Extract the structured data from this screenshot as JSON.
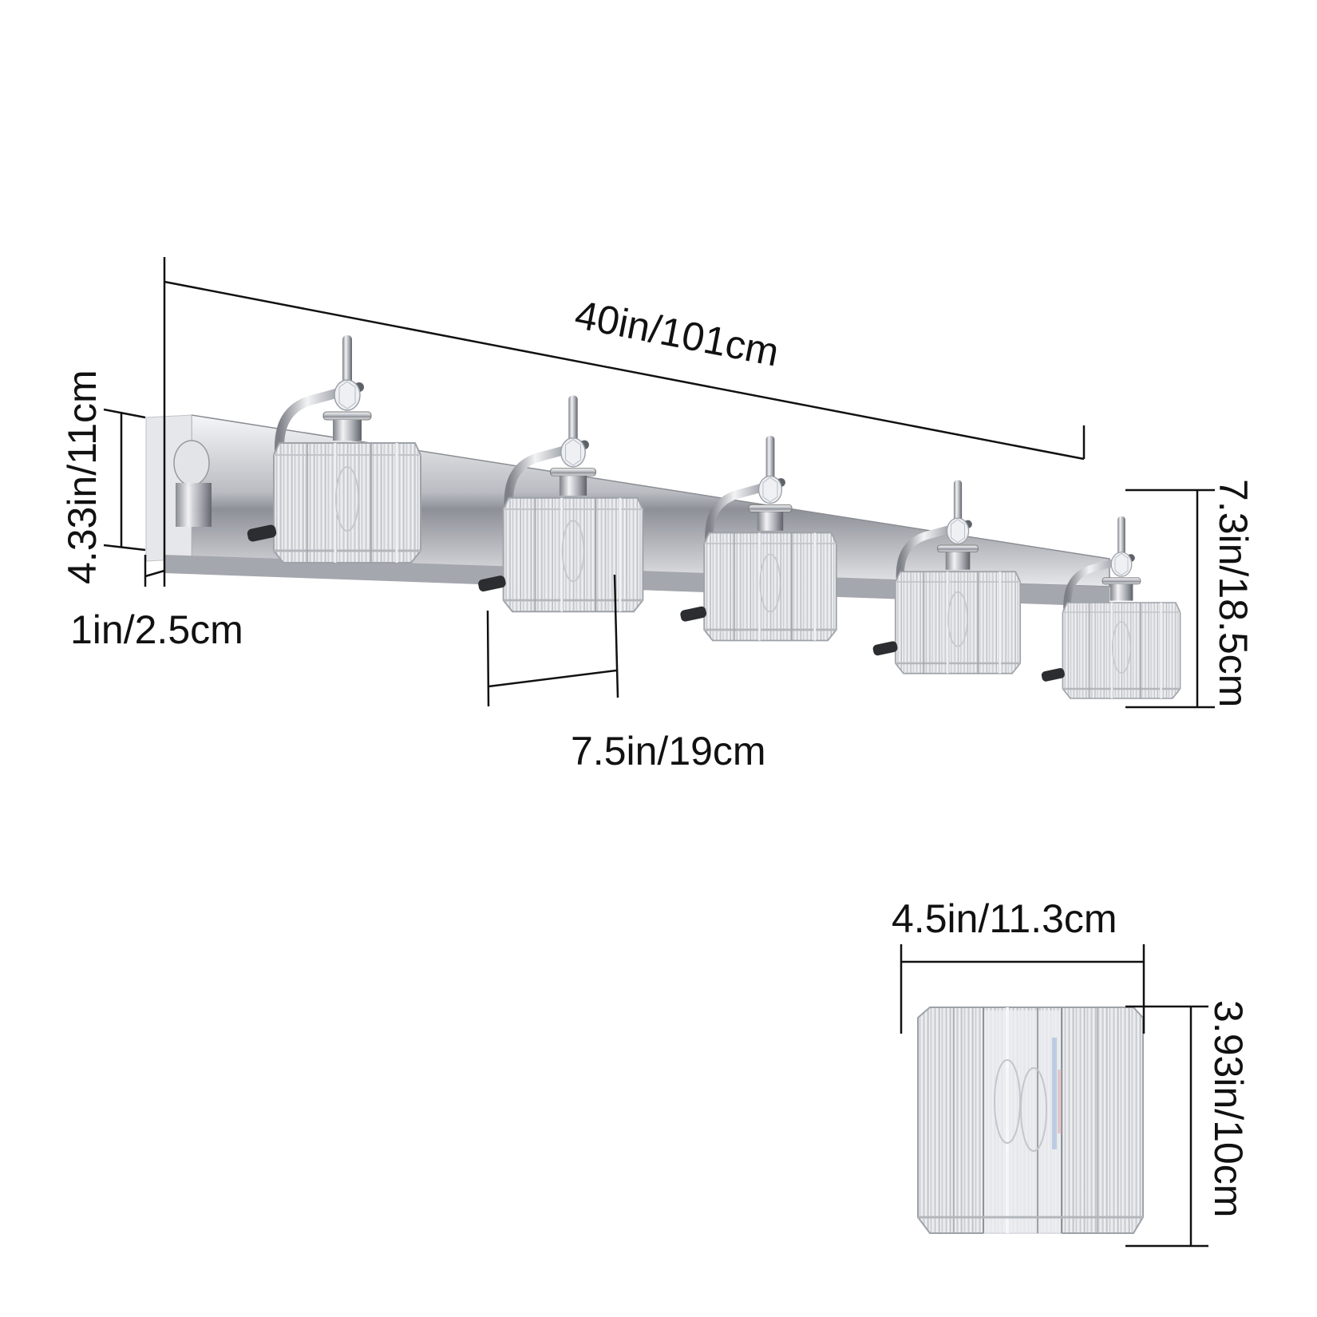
{
  "diagram": {
    "subject": "5-light crystal vanity light fixture",
    "fixture": {
      "light_count": 5,
      "finish_color": "#c8c8cc",
      "crystal_color": "#e8eaee"
    },
    "dimensions": {
      "overall_length": "40in/101cm",
      "backplate_height": "4.33in/11cm",
      "backplate_depth": "1in/2.5cm",
      "light_spacing": "7.5in/19cm",
      "fixture_height": "7.3in/18.5cm",
      "shade_width": "4.5in/11.3cm",
      "shade_height": "3.93in/10cm"
    },
    "line_color": "#111111"
  }
}
